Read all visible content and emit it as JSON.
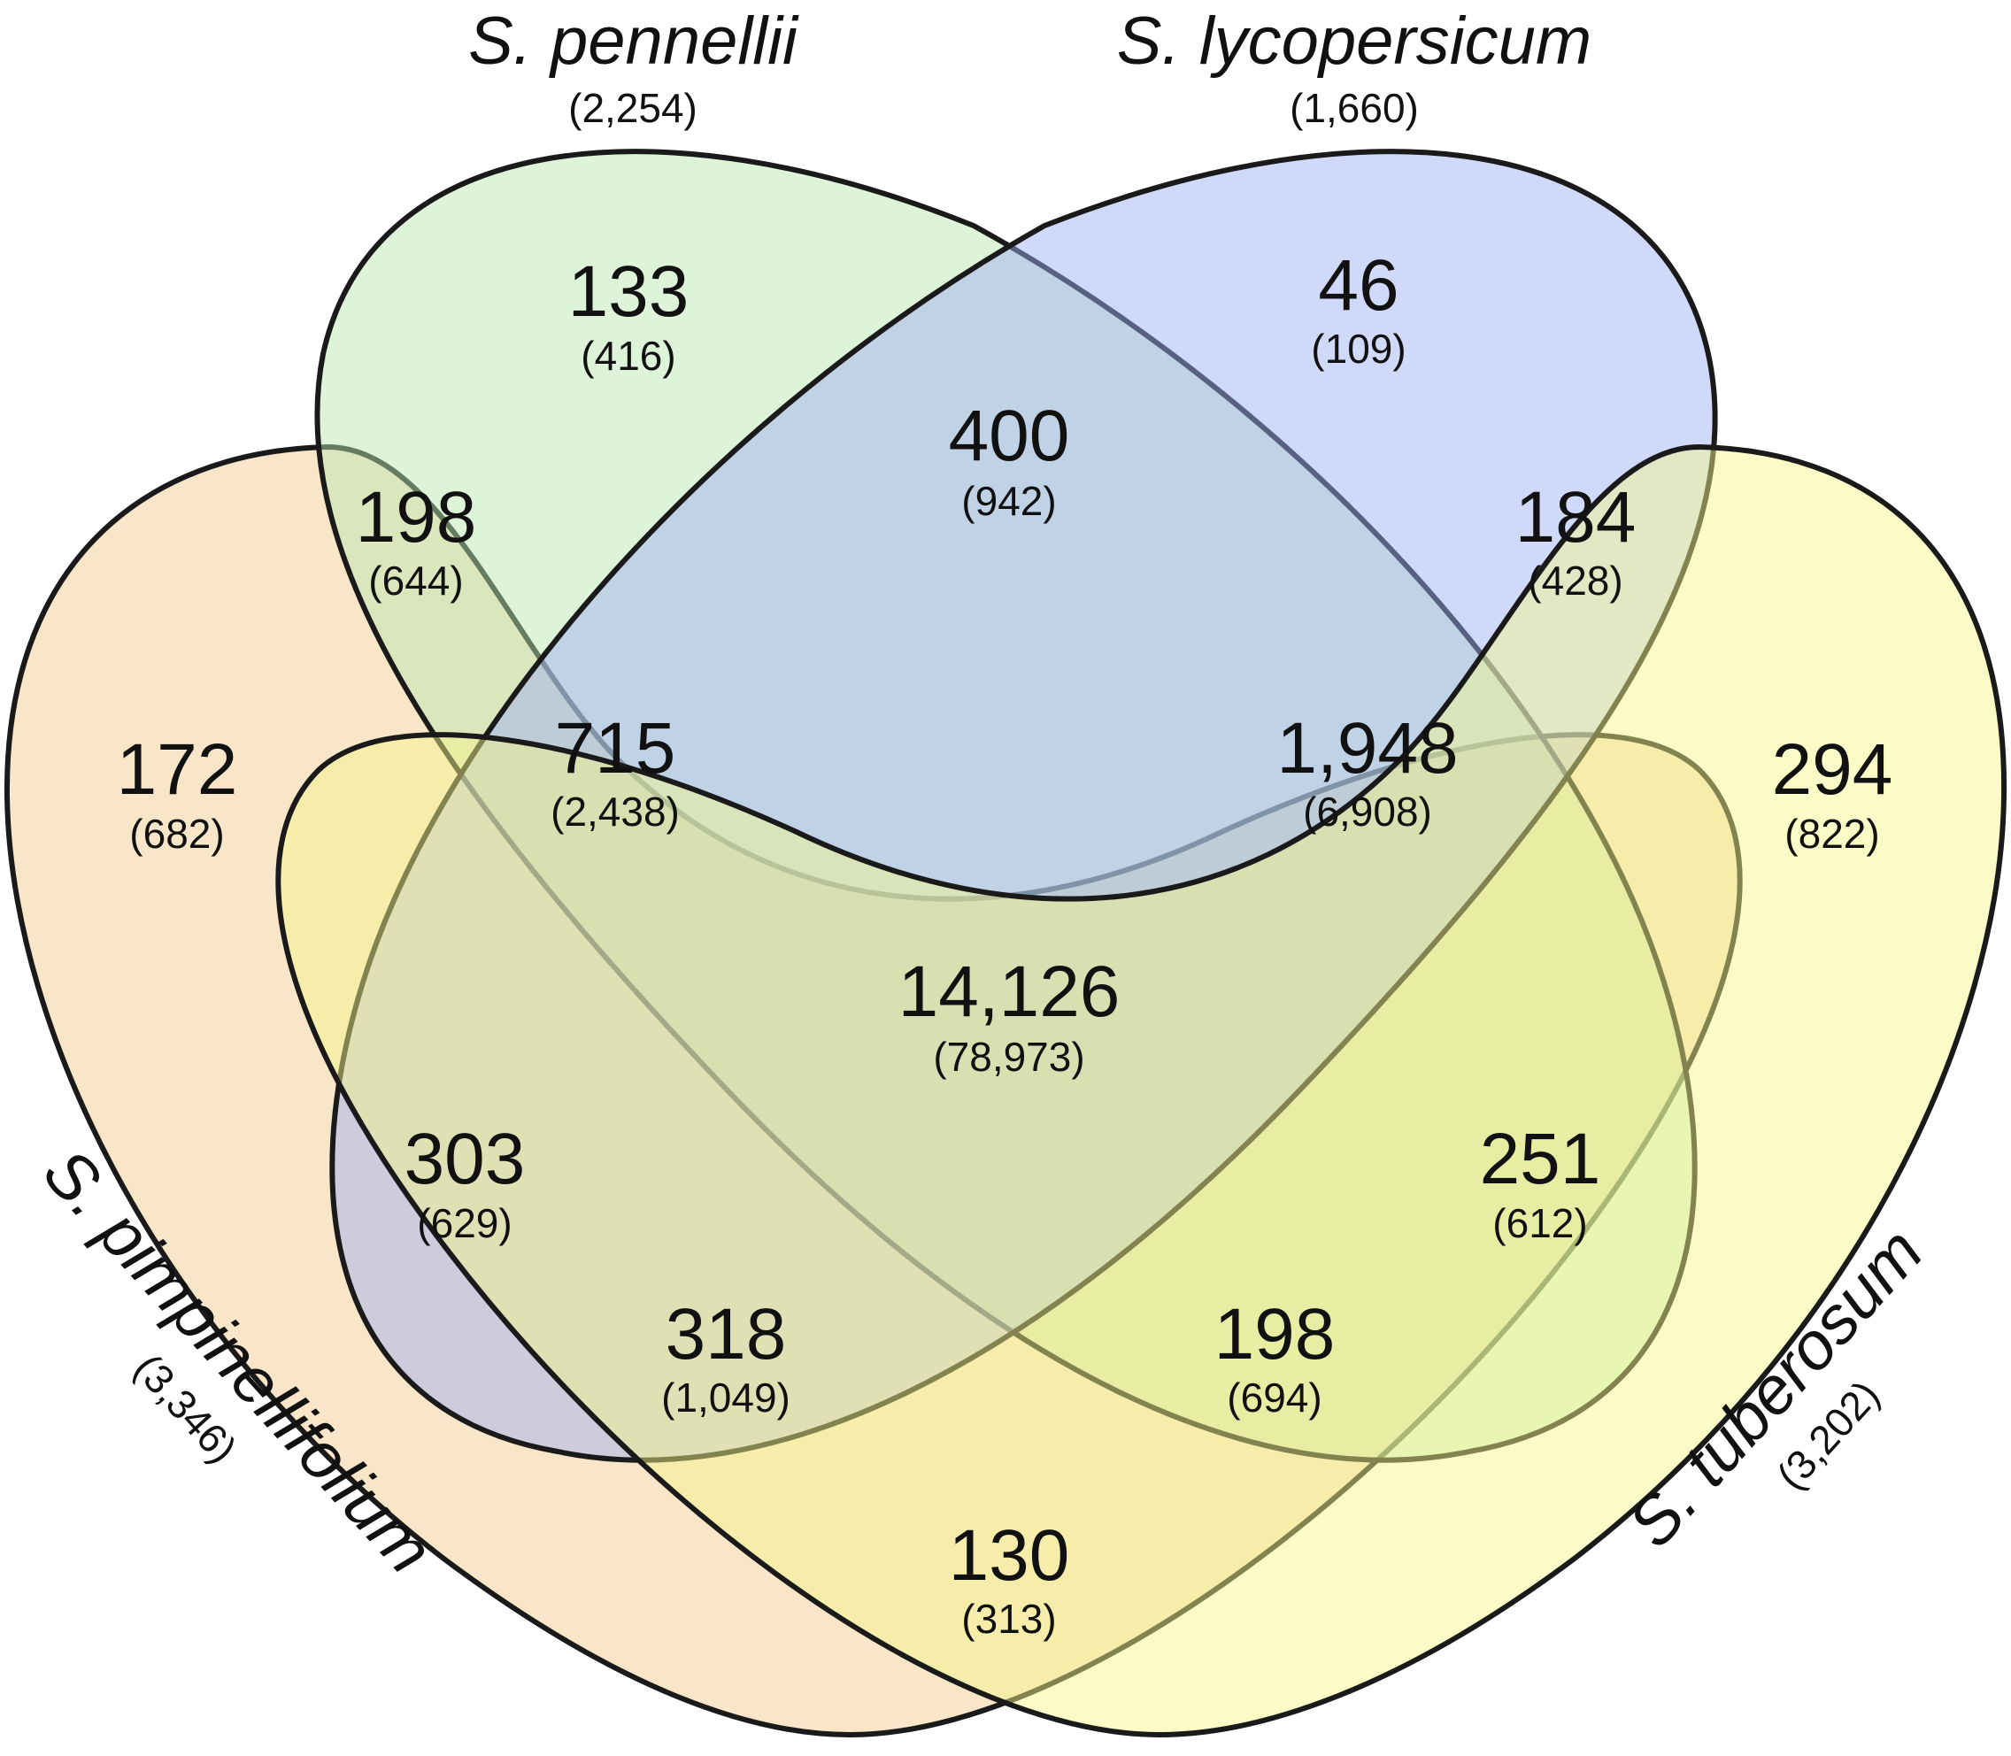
{
  "sets": [
    {
      "id": "pimpinellifolium",
      "name": "S. pimpinellifolium",
      "total": "(3,346)",
      "color": "#f3c98a"
    },
    {
      "id": "pennellii",
      "name": "S. pennellii",
      "total": "(2,254)",
      "color": "#b9e8b0"
    },
    {
      "id": "lycopersicum",
      "name": "S. lycopersicum",
      "total": "(1,660)",
      "color": "#9eb0f5"
    },
    {
      "id": "tuberosum",
      "name": "S. tuberosum",
      "total": "(3,202)",
      "color": "#f5f78a"
    }
  ],
  "regions": [
    {
      "id": "pimp-only",
      "count": "172",
      "sub": "(682)"
    },
    {
      "id": "penn-only",
      "count": "133",
      "sub": "(416)"
    },
    {
      "id": "lyco-only",
      "count": "46",
      "sub": "(109)"
    },
    {
      "id": "tube-only",
      "count": "294",
      "sub": "(822)"
    },
    {
      "id": "pimp-penn",
      "count": "198",
      "sub": "(644)"
    },
    {
      "id": "penn-lyco",
      "count": "400",
      "sub": "(942)"
    },
    {
      "id": "lyco-tube",
      "count": "184",
      "sub": "(428)"
    },
    {
      "id": "pimp-penn-lyco",
      "count": "715",
      "sub": "(2,438)"
    },
    {
      "id": "penn-lyco-tube",
      "count": "1,948",
      "sub": "(6,908)"
    },
    {
      "id": "all-four",
      "count": "14,126",
      "sub": "(78,973)"
    },
    {
      "id": "pimp-lyco",
      "count": "303",
      "sub": "(629)"
    },
    {
      "id": "penn-tube",
      "count": "251",
      "sub": "(612)"
    },
    {
      "id": "pimp-lyco-tube",
      "count": "318",
      "sub": "(1,049)"
    },
    {
      "id": "pimp-penn-tube",
      "count": "198",
      "sub": "(694)"
    },
    {
      "id": "pimp-tube",
      "count": "130",
      "sub": "(313)"
    }
  ]
}
